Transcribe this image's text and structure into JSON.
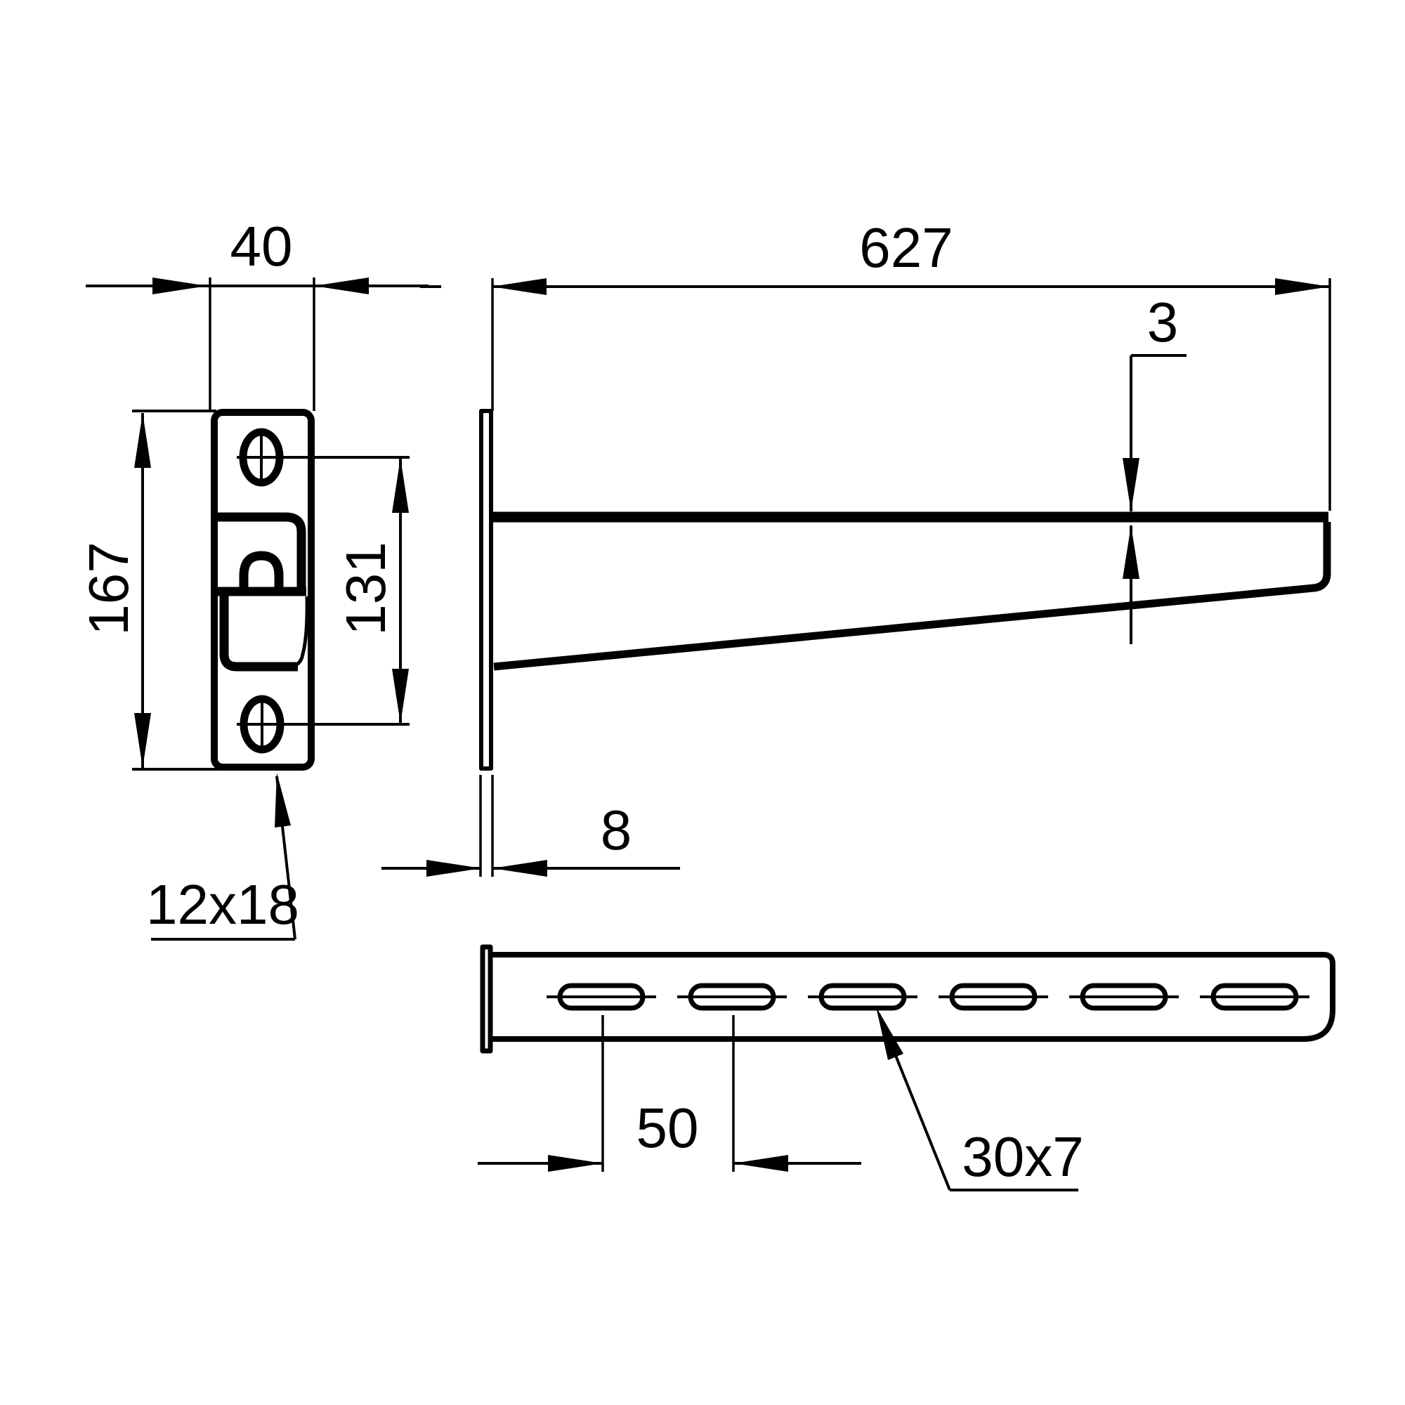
{
  "colors": {
    "background": "#ffffff",
    "line": "#000000"
  },
  "views": {
    "front": {
      "width_label": "40",
      "height_label": "167",
      "hole_spacing_label": "131",
      "hole_size_label": "12x18"
    },
    "side": {
      "length_label": "627",
      "flange_thickness_label": "3",
      "plate_thickness_label": "8"
    },
    "bottom": {
      "slot_pitch_label": "50",
      "slot_size_label": "30x7"
    }
  }
}
